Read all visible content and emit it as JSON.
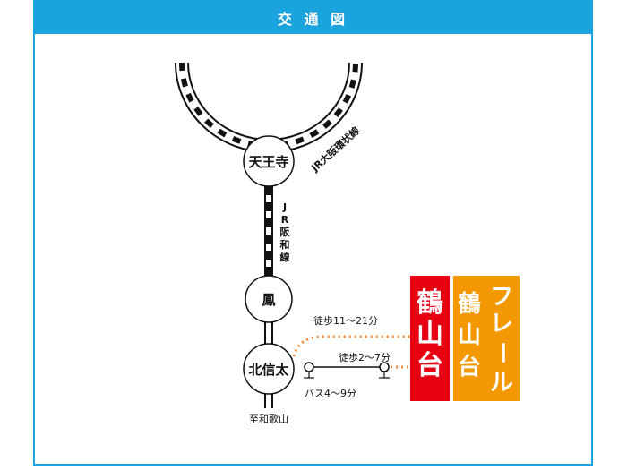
{
  "header": {
    "title": "交 通 図"
  },
  "lines": {
    "loop_line": "JR大阪環状線",
    "hanwa_line": [
      "J",
      "R",
      "阪",
      "和",
      "線"
    ]
  },
  "stations": {
    "tennoji": "天王寺",
    "otori": "鳳",
    "kitashinoda": "北信太"
  },
  "direction": "至和歌山",
  "routes": {
    "walk_long": "徒歩11〜21分",
    "walk_short": "徒歩2〜7分",
    "bus": "バス4〜9分"
  },
  "banners": {
    "red": {
      "chars": [
        "鶴",
        "山",
        "台"
      ],
      "color": "#e60012"
    },
    "orange_left": {
      "chars": [
        "鶴",
        "山",
        "台"
      ],
      "color": "#f39800"
    },
    "orange_right": {
      "chars": [
        "フ",
        "レ",
        "ー",
        "ル"
      ],
      "color": "#f39800"
    }
  },
  "colors": {
    "accent": "#1aa3dc",
    "dotted_route": "#f08a3c"
  }
}
